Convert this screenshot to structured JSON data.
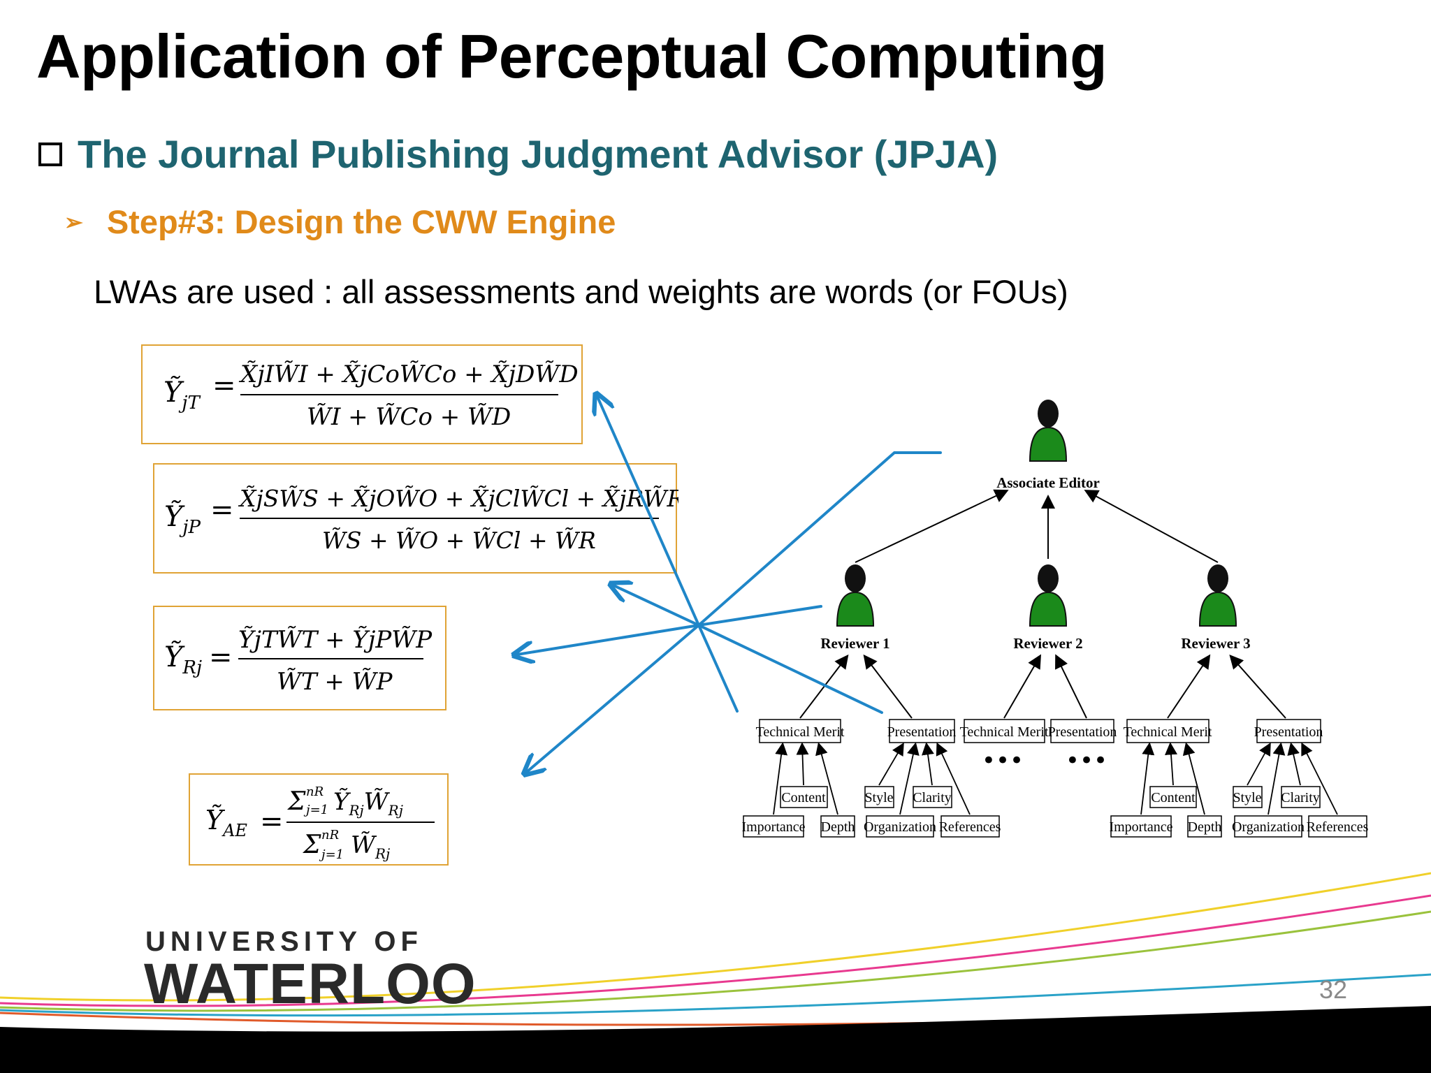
{
  "slide": {
    "title": "Application of Perceptual Computing",
    "bullet_level1": "The Journal Publishing Judgment Advisor (JPJA)",
    "bullet_level2": "Step#3: Design the CWW Engine",
    "body": "LWAs are used : all assessments and weights are words (or FOUs)",
    "page_number": "32"
  },
  "formulas": {
    "f1": {
      "lhs": "Ỹ",
      "lhs_sub": "jT",
      "num": "X̃jIW̃I + X̃jCoW̃Co + X̃jDW̃D",
      "den": "W̃I + W̃Co + W̃D"
    },
    "f2": {
      "lhs": "Ỹ",
      "lhs_sub": "jP",
      "num": "X̃jSW̃S + X̃jOW̃O + X̃jClW̃Cl + X̃jRW̃R",
      "den": "W̃S + W̃O + W̃Cl + W̃R"
    },
    "f3": {
      "lhs": "Ỹ",
      "lhs_sub": "Rj",
      "num": "ỸjTW̃T + ỸjPW̃P",
      "den": "W̃T + W̃P"
    },
    "f4": {
      "lhs": "Ỹ",
      "lhs_sub": "AE",
      "num": "Σ Ỹ W̃",
      "den": "Σ W̃",
      "sum_upper": "nR",
      "sum_lower": "j=1"
    }
  },
  "diagram": {
    "associate_editor": "Associate Editor",
    "reviewers": [
      "Reviewer 1",
      "Reviewer 2",
      "Reviewer 3"
    ],
    "technical_merit": "Technical Merit",
    "presentation": "Presentation",
    "content": "Content",
    "importance": "Importance",
    "depth": "Depth",
    "style": "Style",
    "clarity": "Clarity",
    "organization": "Organization",
    "references": "References",
    "ellipsis": "•••"
  },
  "logo": {
    "line1": "UNIVERSITY OF",
    "line2": "WATERLOO"
  },
  "colors": {
    "title": "#000000",
    "level1": "#1e6470",
    "level2": "#e08a1a",
    "box_border": "#e0a335",
    "arrow": "#1f86c8",
    "person": "#1b8a1b"
  }
}
